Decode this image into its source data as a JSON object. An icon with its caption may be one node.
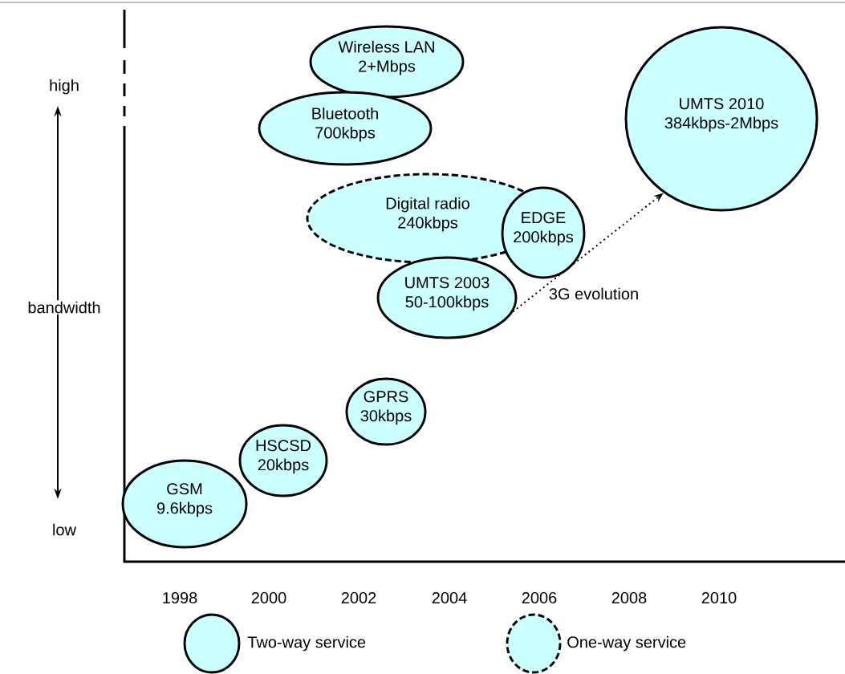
{
  "diagram": {
    "nodes": [
      {
        "text": [
          "Wireless LAN 2+Mbps"
        ]
      },
      {
        "text": [
          "Bluetooth 700kbps"
        ]
      },
      {
        "text": [
          "UMTS 2010 384kbps-2Mbps"
        ]
      },
      {
        "text": [
          "Digital radio 240kbps"
        ]
      },
      {
        "text": [
          "EDGE 200kbps"
        ]
      },
      {
        "text": [
          "UMTS 2003 50-100kbps"
        ]
      },
      {
        "text": [
          "GPRS 30kbps"
        ]
      },
      {
        "text": [
          "HSCSD 20kbps"
        ]
      },
      {
        "text": [
          "GSM 9.6kbps"
        ]
      }
    ],
    "edges": [
      {
        "from": 5,
        "to": 2,
        "arrow": "to",
        "label": "3G evolution",
        "style": "dashed"
      }
    ],
    "labels": [
      "high",
      "bandwidth",
      "low",
      "1998",
      "2000",
      "2002",
      "2004",
      "2006",
      "2008",
      "2010"
    ],
    "legend": [
      {
        "text": "Two-way service"
      },
      {
        "text": "One-way service"
      }
    ]
  }
}
